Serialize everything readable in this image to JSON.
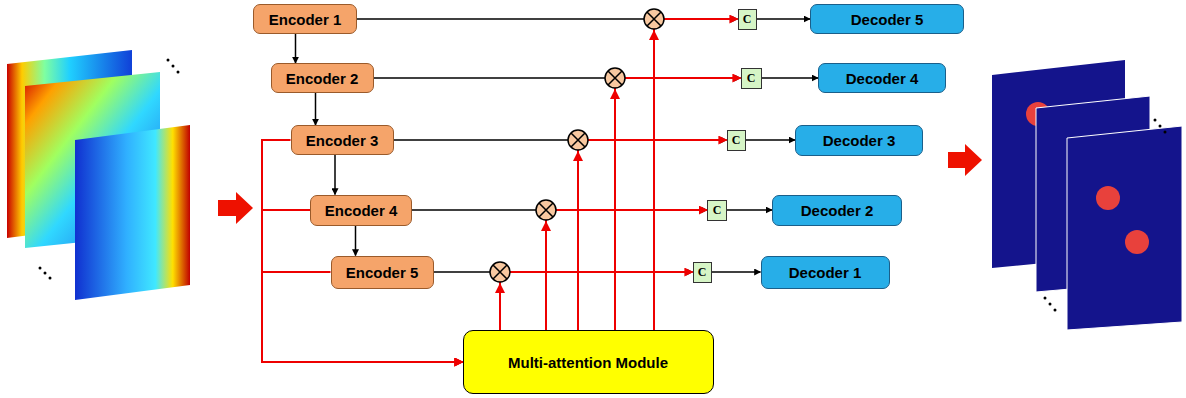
{
  "diagram": {
    "nodes": [
      {
        "text": [
          "Encoder 1"
        ]
      },
      {
        "text": [
          "C"
        ]
      },
      {
        "text": [
          "Decoder 5"
        ]
      },
      {
        "text": [
          "Encoder 2"
        ]
      },
      {
        "text": [
          "C"
        ]
      },
      {
        "text": [
          "Decoder 4"
        ]
      },
      {
        "text": [
          "Encoder 3"
        ]
      },
      {
        "text": [
          "C"
        ]
      },
      {
        "text": [
          "Decoder 3"
        ]
      },
      {
        "text": [
          "Encoder 4"
        ]
      },
      {
        "text": [
          "C"
        ]
      },
      {
        "text": [
          "Decoder 2"
        ]
      },
      {
        "text": [
          "Encoder 5"
        ]
      },
      {
        "text": [
          "C"
        ]
      },
      {
        "text": [
          "Decoder 1"
        ]
      },
      {
        "text": [
          "Multi-attention Module"
        ]
      }
    ],
    "edges": [
      {
        "from": 0,
        "to": 3,
        "arrow": "to"
      },
      {
        "from": 3,
        "to": 6,
        "arrow": "to"
      },
      {
        "from": 6,
        "to": 9,
        "arrow": "to"
      },
      {
        "from": 9,
        "to": 12,
        "arrow": "to"
      },
      {
        "from": 0,
        "to": 1,
        "arrow": "to"
      },
      {
        "from": 3,
        "to": 4,
        "arrow": "to"
      },
      {
        "from": 6,
        "to": 7,
        "arrow": "to"
      },
      {
        "from": 9,
        "to": 10,
        "arrow": "to"
      },
      {
        "from": 12,
        "to": 13,
        "arrow": "to"
      },
      {
        "from": 1,
        "to": 2,
        "arrow": "to"
      },
      {
        "from": 4,
        "to": 5,
        "arrow": "to"
      },
      {
        "from": 7,
        "to": 8,
        "arrow": "to"
      },
      {
        "from": 10,
        "to": 11,
        "arrow": "to"
      },
      {
        "from": 13,
        "to": 14,
        "arrow": "to"
      },
      {
        "from": 6,
        "to": 15,
        "arrow": "to"
      },
      {
        "from": 9,
        "to": 15,
        "arrow": "to"
      },
      {
        "from": 12,
        "to": 15,
        "arrow": "to"
      },
      {
        "from": 15,
        "to": 13,
        "arrow": "to"
      },
      {
        "from": 15,
        "to": 10,
        "arrow": "to"
      },
      {
        "from": 15,
        "to": 7,
        "arrow": "to"
      },
      {
        "from": 15,
        "to": 4,
        "arrow": "to"
      },
      {
        "from": 15,
        "to": 1,
        "arrow": "to"
      }
    ]
  }
}
